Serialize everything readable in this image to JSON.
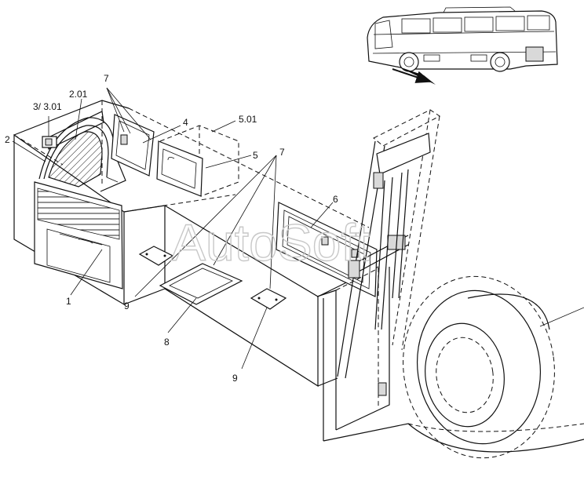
{
  "watermark": "AutoSoft",
  "callouts": {
    "c1": "1",
    "c2": "2",
    "c201": "2.01",
    "c3": "3/ 3.01",
    "c4": "4",
    "c5": "5",
    "c501": "5.01",
    "c6": "6",
    "c7a": "7",
    "c7b": "7",
    "c8": "8",
    "c9a": "9",
    "c9b": "9"
  },
  "colors": {
    "line": "#111111",
    "watermark": "#c8c8c8",
    "background": "#ffffff"
  }
}
